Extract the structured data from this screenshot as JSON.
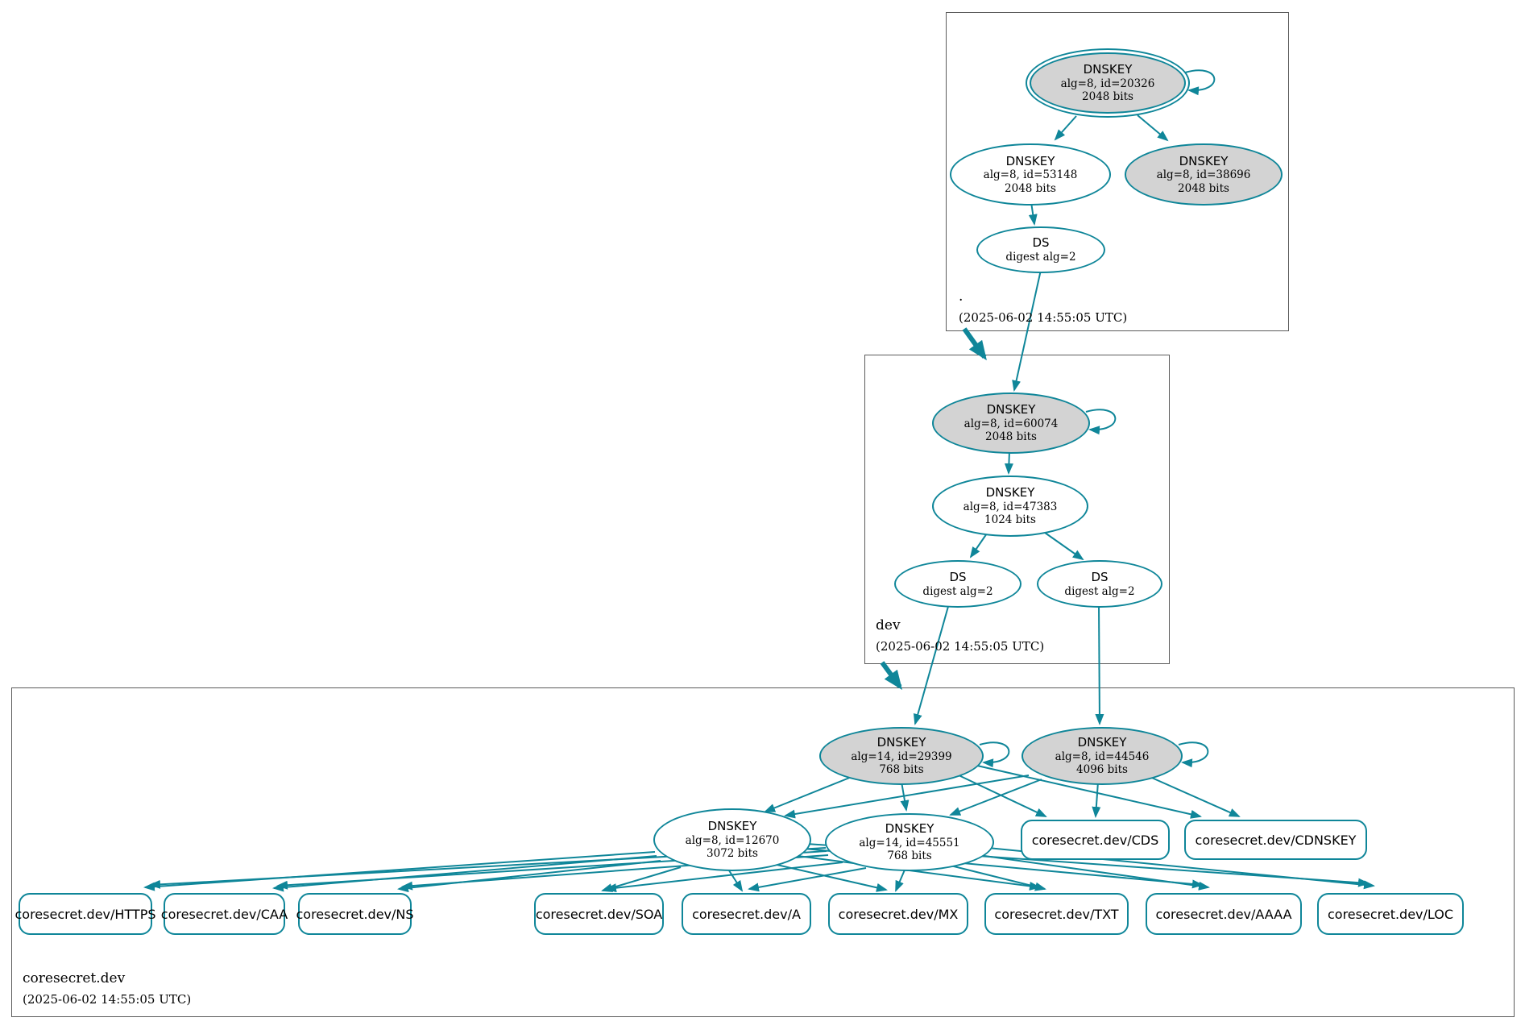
{
  "colors": {
    "accent_teal": "#0f8699",
    "ksk_fill_gray": "#d3d3d3",
    "node_fill_white": "#ffffff",
    "box_border_gray": "#5b5b5b"
  },
  "zones": {
    "root": {
      "label": ".",
      "timestamp": "(2025-06-02 14:55:05 UTC)"
    },
    "dev": {
      "label": "dev",
      "timestamp": "(2025-06-02 14:55:05 UTC)"
    },
    "coresecret_dev": {
      "label": "coresecret.dev",
      "timestamp": "(2025-06-02 14:55:05 UTC)"
    }
  },
  "nodes": {
    "root_ksk": {
      "title": "DNSKEY",
      "detail": "alg=8, id=20326",
      "bits": "2048 bits"
    },
    "root_zsk": {
      "title": "DNSKEY",
      "detail": "alg=8, id=53148",
      "bits": "2048 bits"
    },
    "root_ksk2": {
      "title": "DNSKEY",
      "detail": "alg=8, id=38696",
      "bits": "2048 bits"
    },
    "root_ds": {
      "title": "DS",
      "detail": "digest alg=2"
    },
    "dev_ksk": {
      "title": "DNSKEY",
      "detail": "alg=8, id=60074",
      "bits": "2048 bits"
    },
    "dev_zsk": {
      "title": "DNSKEY",
      "detail": "alg=8, id=47383",
      "bits": "1024 bits"
    },
    "dev_ds_left": {
      "title": "DS",
      "detail": "digest alg=2"
    },
    "dev_ds_right": {
      "title": "DS",
      "detail": "digest alg=2"
    },
    "cs_ksk1": {
      "title": "DNSKEY",
      "detail": "alg=14, id=29399",
      "bits": "768 bits"
    },
    "cs_ksk2": {
      "title": "DNSKEY",
      "detail": "alg=8, id=44546",
      "bits": "4096 bits"
    },
    "cs_zsk1": {
      "title": "DNSKEY",
      "detail": "alg=8, id=12670",
      "bits": "3072 bits"
    },
    "cs_zsk2": {
      "title": "DNSKEY",
      "detail": "alg=14, id=45551",
      "bits": "768 bits"
    }
  },
  "records": {
    "cds": "coresecret.dev/CDS",
    "cdnskey": "coresecret.dev/CDNSKEY",
    "https": "coresecret.dev/HTTPS",
    "caa": "coresecret.dev/CAA",
    "ns": "coresecret.dev/NS",
    "soa": "coresecret.dev/SOA",
    "a": "coresecret.dev/A",
    "mx": "coresecret.dev/MX",
    "txt": "coresecret.dev/TXT",
    "aaaa": "coresecret.dev/AAAA",
    "loc": "coresecret.dev/LOC"
  }
}
